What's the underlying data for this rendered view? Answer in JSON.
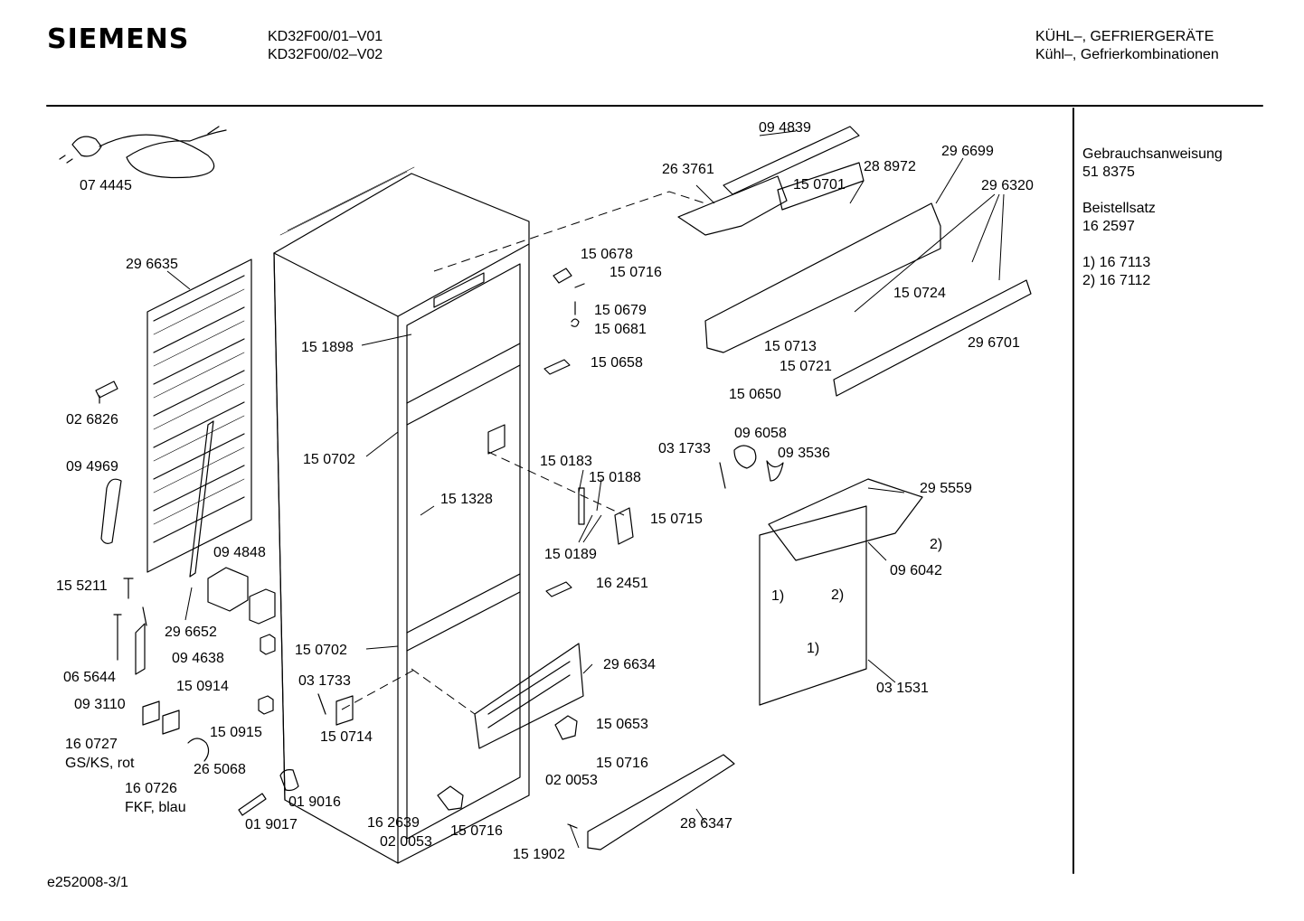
{
  "header": {
    "brand": "SIEMENS",
    "models": [
      "KD32F00/01–V01",
      "KD32F00/02–V02"
    ],
    "category": "KÜHL–, GEFRIERGERÄTE",
    "subcategory": "Kühl–, Gefrierkombinationen"
  },
  "sidebar": {
    "manual_label": "Gebrauchsanweisung",
    "manual_number": "51 8375",
    "kit_label": "Beistellsatz",
    "kit_number": "16 2597",
    "note_1": "1) 16 7113",
    "note_2": "2) 16 7112"
  },
  "footer": {
    "diagram_id": "e252008-3/1"
  },
  "parts": [
    "07 4445",
    "29 6635",
    "02 6826",
    "09 4969",
    "15 5211",
    "06 5644",
    "09 3110",
    "16 0727",
    "GS/KS, rot",
    "16 0726",
    "FKF, blau",
    "26 5068",
    "01 9017",
    "01 9016",
    "16 2639",
    "02 0053",
    "15 0716",
    "15 1902",
    "28 6347",
    "09 4848",
    "29 6652",
    "09 4638",
    "15 0914",
    "15 0915",
    "15 0702",
    "03 1733",
    "15 0714",
    "15 1898",
    "15 1328",
    "09 4839",
    "26 3761",
    "15 0701",
    "28 8972",
    "29 6699",
    "29 6320",
    "15 0678",
    "15 0679",
    "15 0681",
    "15 0658",
    "15 0724",
    "15 0713",
    "15 0721",
    "15 0650",
    "29 6701",
    "09 6058",
    "09 3536",
    "15 0183",
    "15 0188",
    "15 0189",
    "15 0715",
    "29 5559",
    "2)",
    "1)",
    "09 6042",
    "16 2451",
    "29 6634",
    "15 0653",
    "03 1531"
  ]
}
